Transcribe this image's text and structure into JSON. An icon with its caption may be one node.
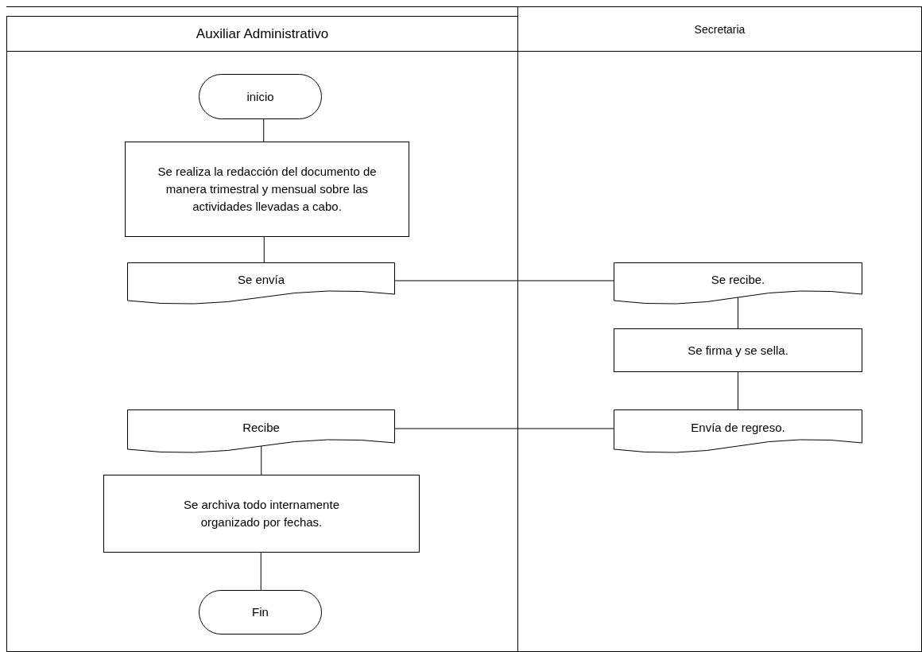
{
  "diagram": {
    "nodes": [
      {
        "text": [
          "Auxiliar Administrativo"
        ]
      },
      {
        "text": [
          "Secretaria"
        ]
      },
      {
        "text": [
          "inicio"
        ],
        "in": 0
      },
      {
        "text": [
          "Se realiza la redacción del documento de manera trimestral y mensual sobre las actividades llevadas a cabo."
        ],
        "in": 0
      },
      {
        "text": [
          "Se envía"
        ],
        "in": 0
      },
      {
        "text": [
          "Se recibe."
        ],
        "in": 1
      },
      {
        "text": [
          "Se firma y se sella."
        ],
        "in": 1
      },
      {
        "text": [
          "Envía de regreso."
        ],
        "in": 1
      },
      {
        "text": [
          "Recibe"
        ],
        "in": 0
      },
      {
        "text": [
          "Se archiva todo internamente organizado por fechas."
        ],
        "in": 0
      },
      {
        "text": [
          "Fin"
        ],
        "in": 0
      }
    ],
    "edges": [
      {
        "from": 2,
        "to": 3,
        "arrow": "none"
      },
      {
        "from": 3,
        "to": 4,
        "arrow": "none"
      },
      {
        "from": 4,
        "to": 5,
        "arrow": "none"
      },
      {
        "from": 5,
        "to": 6,
        "arrow": "none"
      },
      {
        "from": 6,
        "to": 7,
        "arrow": "none"
      },
      {
        "from": 7,
        "to": 8,
        "arrow": "none"
      },
      {
        "from": 8,
        "to": 9,
        "arrow": "none"
      },
      {
        "from": 9,
        "to": 10,
        "arrow": "none"
      }
    ]
  }
}
